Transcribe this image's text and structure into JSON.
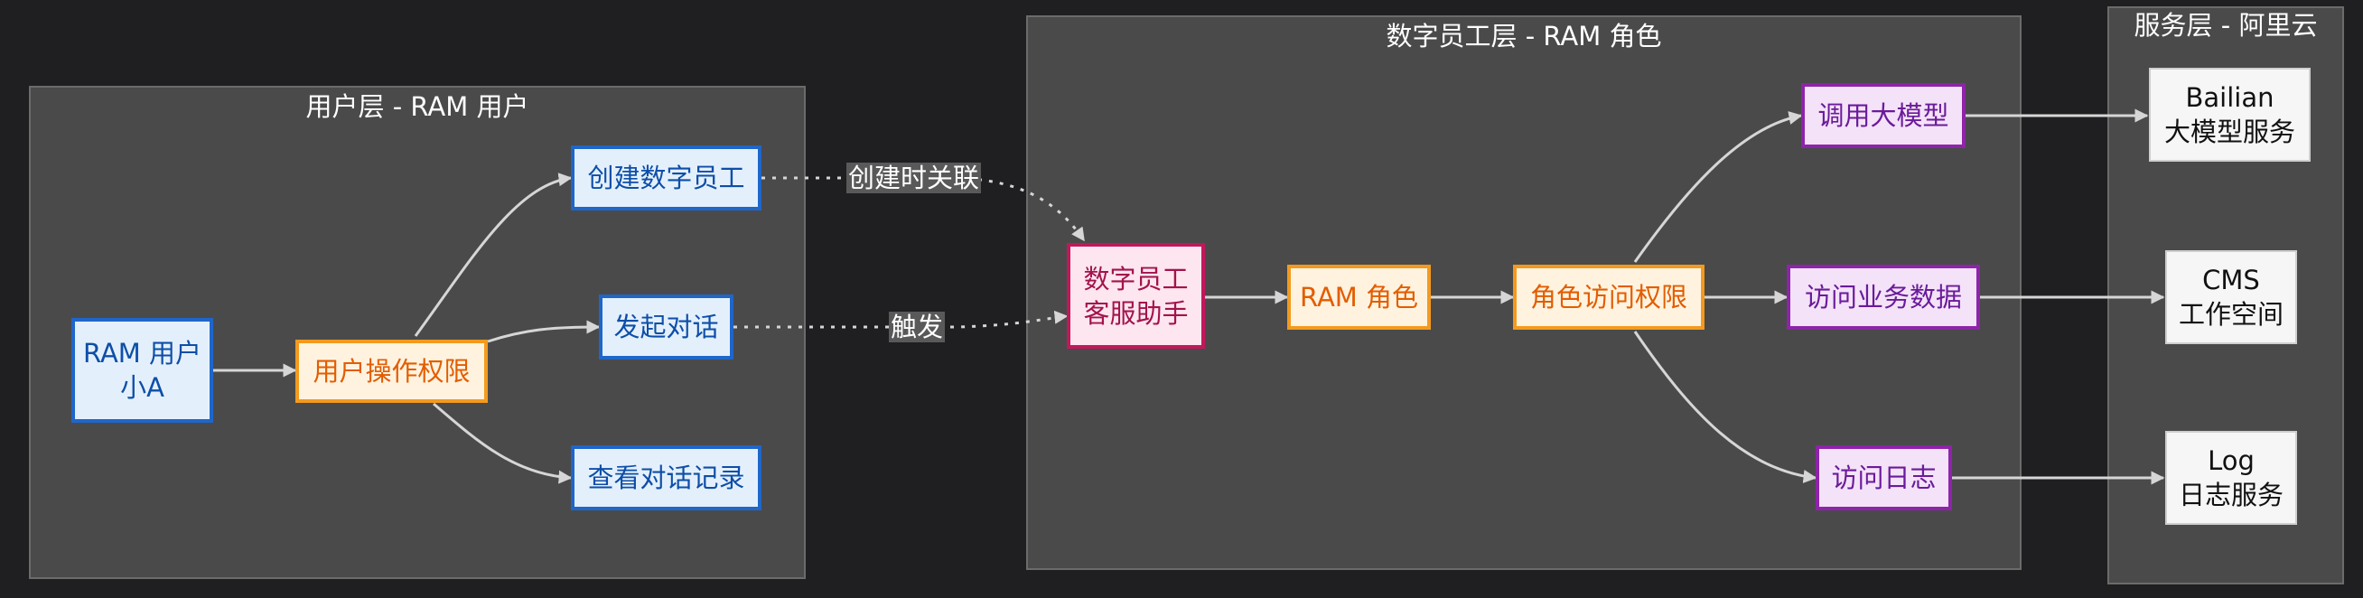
{
  "groups": {
    "user_layer": "用户层 - RAM 用户",
    "employee_layer": "数字员工层 - RAM 角色",
    "service_layer": "服务层 - 阿里云"
  },
  "nodes": {
    "ram_user": [
      "RAM 用户",
      "小A"
    ],
    "user_permissions": [
      "用户操作权限"
    ],
    "create_employee": [
      "创建数字员工"
    ],
    "start_conversation": [
      "发起对话"
    ],
    "view_history": [
      "查看对话记录"
    ],
    "digital_employee": [
      "数字员工",
      "客服助手"
    ],
    "ram_role": [
      "RAM 角色"
    ],
    "role_permissions": [
      "角色访问权限"
    ],
    "call_model": [
      "调用大模型"
    ],
    "access_data": [
      "访问业务数据"
    ],
    "access_logs": [
      "访问日志"
    ],
    "bailian": [
      "Bailian",
      "大模型服务"
    ],
    "cms": [
      "CMS",
      "工作空间"
    ],
    "log_service": [
      "Log",
      "日志服务"
    ]
  },
  "edge_labels": {
    "link_on_create": "创建时关联",
    "trigger": "触发"
  },
  "colors": {
    "background": "#1f1f22",
    "group_fill": "#4a4a4a",
    "edge": "#d6d6d6",
    "user_blue": "#1f66c9",
    "permission_orange": "#f39a1e",
    "employee_pink": "#c2185b",
    "resource_purple": "#8e24aa"
  }
}
